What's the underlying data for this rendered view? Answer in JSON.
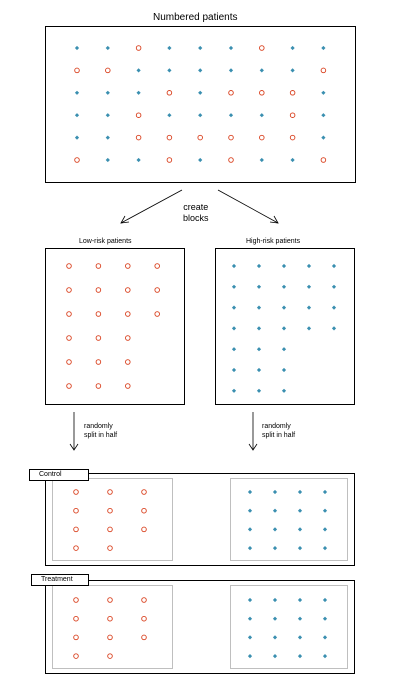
{
  "numbered_title": "Numbered patients",
  "create_blocks_line1": "create",
  "create_blocks_line2": "blocks",
  "low_risk_title": "Low-risk patients",
  "high_risk_title": "High-risk patients",
  "split_note_line1": "randomly",
  "split_note_line2": "split in half",
  "control_label": "Control",
  "treatment_label": "Treatment",
  "colors": {
    "low_risk": "#d9401e",
    "high_risk": "#3a8fb0",
    "line": "#000000",
    "inner_box": "#bfbfbf"
  },
  "patients_grid": [
    [
      "high",
      "high",
      "low",
      "high",
      "high",
      "high",
      "low",
      "high",
      "high"
    ],
    [
      "low",
      "low",
      "high",
      "high",
      "high",
      "high",
      "high",
      "high",
      "low"
    ],
    [
      "high",
      "high",
      "high",
      "low",
      "high",
      "low",
      "low",
      "low",
      "high"
    ],
    [
      "high",
      "high",
      "low",
      "high",
      "high",
      "high",
      "high",
      "low",
      "high"
    ],
    [
      "high",
      "high",
      "low",
      "low",
      "low",
      "low",
      "low",
      "low",
      "high"
    ],
    [
      "low",
      "high",
      "high",
      "low",
      "high",
      "low",
      "high",
      "high",
      "low"
    ]
  ],
  "low_risk_rows": [
    4,
    4,
    4,
    3,
    3,
    3
  ],
  "high_risk_rows": [
    5,
    5,
    5,
    5,
    3,
    3,
    3
  ],
  "control_low_rows": [
    3,
    3,
    3,
    2
  ],
  "control_high_rows": [
    4,
    4,
    4,
    4
  ],
  "treatment_low_rows": [
    3,
    3,
    3,
    2
  ],
  "treatment_high_rows": [
    4,
    4,
    4,
    4
  ]
}
